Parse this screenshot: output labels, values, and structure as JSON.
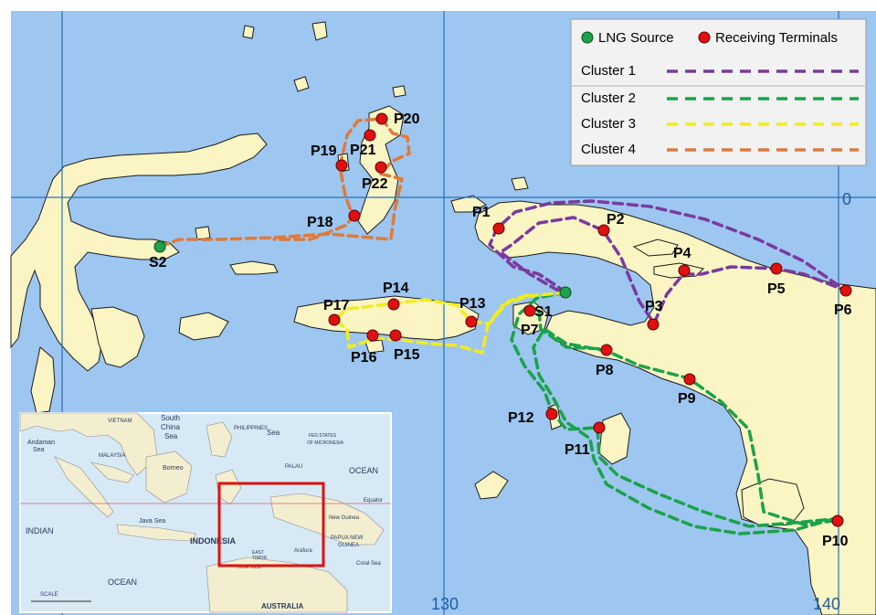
{
  "grid": {
    "longitude_labels": [
      "130",
      "140"
    ],
    "latitude_labels": [
      "0"
    ]
  },
  "legend": {
    "source_label": "LNG Source",
    "terminal_label": "Receiving Terminals",
    "clusters": [
      {
        "label": "Cluster 1",
        "color": "#7a3a9e"
      },
      {
        "label": "Cluster 2",
        "color": "#1aa34a"
      },
      {
        "label": "Cluster 3",
        "color": "#f2ec1e"
      },
      {
        "label": "Cluster 4",
        "color": "#e07a3a"
      }
    ]
  },
  "sources": [
    "S1",
    "S2"
  ],
  "terminals": [
    "P1",
    "P2",
    "P3",
    "P4",
    "P5",
    "P6",
    "P7",
    "P8",
    "P9",
    "P10",
    "P11",
    "P12",
    "P13",
    "P14",
    "P15",
    "P16",
    "P17",
    "P18",
    "P19",
    "P20",
    "P21",
    "P22"
  ],
  "routes": [
    {
      "cluster": "Cluster 1",
      "source": "S1",
      "stops": [
        "P1",
        "P2",
        "P3",
        "P4",
        "P5",
        "P6"
      ]
    },
    {
      "cluster": "Cluster 2",
      "source": "S1",
      "stops": [
        "P7",
        "P8",
        "P9",
        "P10",
        "P11",
        "P12"
      ]
    },
    {
      "cluster": "Cluster 3",
      "source": "S1",
      "stops": [
        "P13",
        "P14",
        "P15",
        "P16",
        "P17"
      ]
    },
    {
      "cluster": "Cluster 4",
      "source": "S2",
      "stops": [
        "P18",
        "P19",
        "P20",
        "P21",
        "P22"
      ]
    }
  ],
  "inset": {
    "labels": [
      "VIETNAM",
      "South",
      "China",
      "Sea",
      "PHILIPPINES",
      "Sea",
      "Andaman",
      "Sea",
      "MALAYSIA",
      "Borneo",
      "PALAU",
      "FED.STATES",
      "OF MICRONESIA",
      "OCEAN",
      "INDIAN",
      "Java Sea",
      "INDONESIA",
      "New Guinea",
      "PAPUA NEW",
      "GUINEA",
      "Timor Sea",
      "Coral Sea",
      "Arafura",
      "OCEAN",
      "AUSTRALIA",
      "SCALE",
      "Equator",
      "EAST",
      "TIMOR"
    ]
  }
}
